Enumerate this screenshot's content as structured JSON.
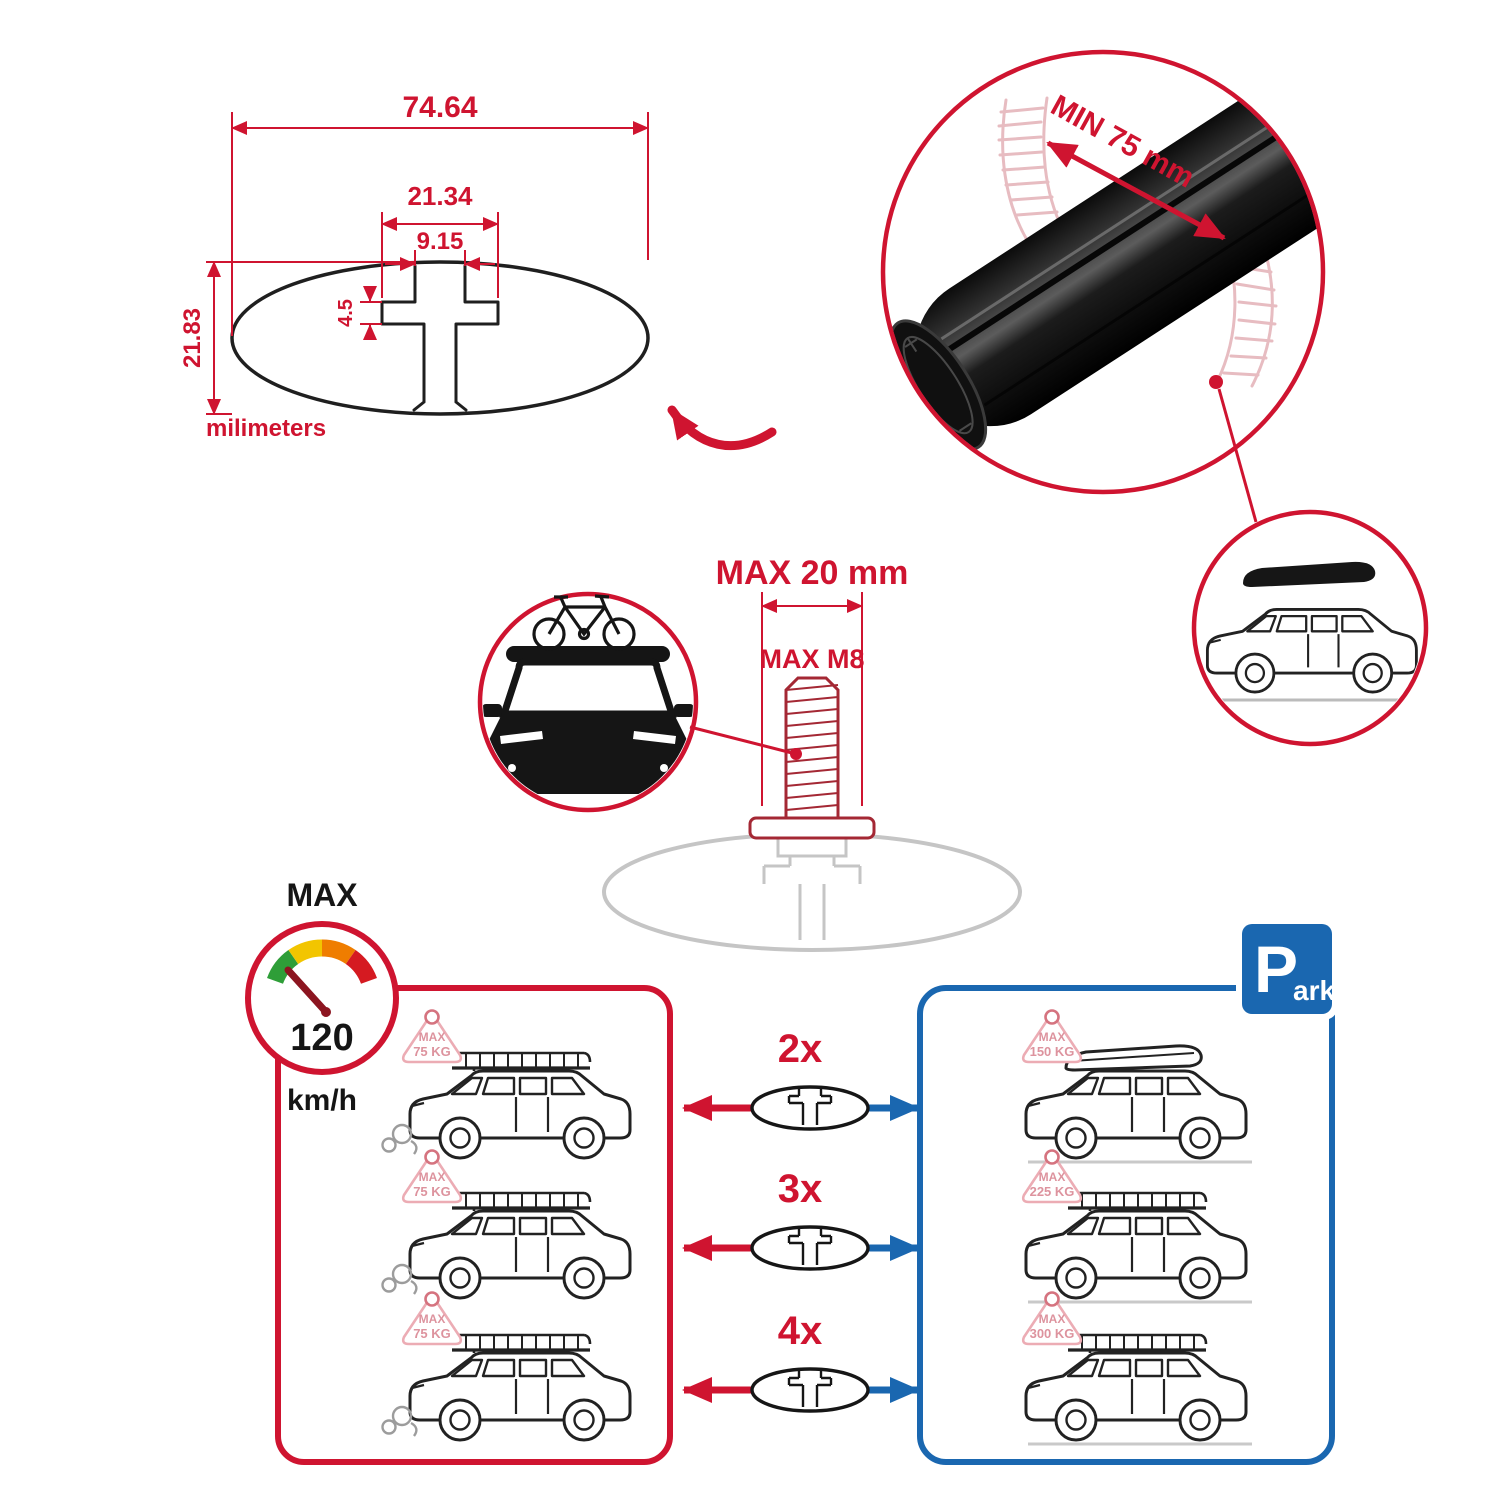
{
  "profile_dimensions": {
    "total_width": "74.64",
    "slot_outer_width": "21.34",
    "slot_inner_width": "9.15",
    "slot_depth": "4.5",
    "total_height": "21.83",
    "units_label": "milimeters"
  },
  "crossbar_detail": {
    "min_span_label": "MIN 75 mm"
  },
  "bolt_detail": {
    "max_width_label": "MAX 20 mm",
    "max_thread_label": "MAX M8"
  },
  "speed_limit": {
    "label": "MAX",
    "value": "120",
    "units": "km/h"
  },
  "parking_sign": {
    "p": "P",
    "ark": "ark"
  },
  "driving_loads": [
    {
      "label": "MAX",
      "value": "75 KG"
    },
    {
      "label": "MAX",
      "value": "75 KG"
    },
    {
      "label": "MAX",
      "value": "75 KG"
    }
  ],
  "parking_loads": [
    {
      "label": "MAX",
      "value": "150 KG"
    },
    {
      "label": "MAX",
      "value": "225 KG"
    },
    {
      "label": "MAX",
      "value": "300 KG"
    }
  ],
  "bar_counts": [
    {
      "label": "2x"
    },
    {
      "label": "3x"
    },
    {
      "label": "4x"
    }
  ],
  "colors": {
    "red": "#cf1430",
    "blue": "#1a67b0",
    "black": "#1a1a1a",
    "ghost_gray": "#c5c5c5",
    "badge_pink": "#dd939e"
  }
}
